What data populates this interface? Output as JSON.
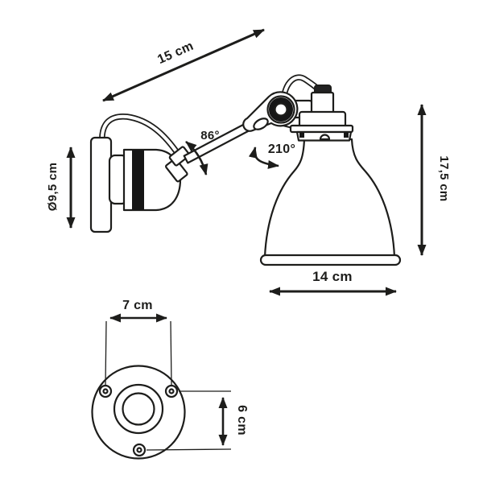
{
  "colors": {
    "background": "#ffffff",
    "line": "#1d1d1b",
    "solid_fill": "#161616"
  },
  "drawing": {
    "type": "technical-dimension-drawing",
    "subject": "wall lamp with articulated arm and bell shade, plus front view of round wall plate",
    "labels": {
      "dim_arm_projection": "15 cm",
      "dim_base_diameter": "Ø9,5 cm",
      "angle_elbow": "86°",
      "angle_shade": "210°",
      "dim_shade_height": "17,5 cm",
      "dim_shade_diameter": "14 cm",
      "dim_plate_hole_spacing": "7 cm",
      "dim_plate_hole_offset": "6 cm"
    }
  }
}
